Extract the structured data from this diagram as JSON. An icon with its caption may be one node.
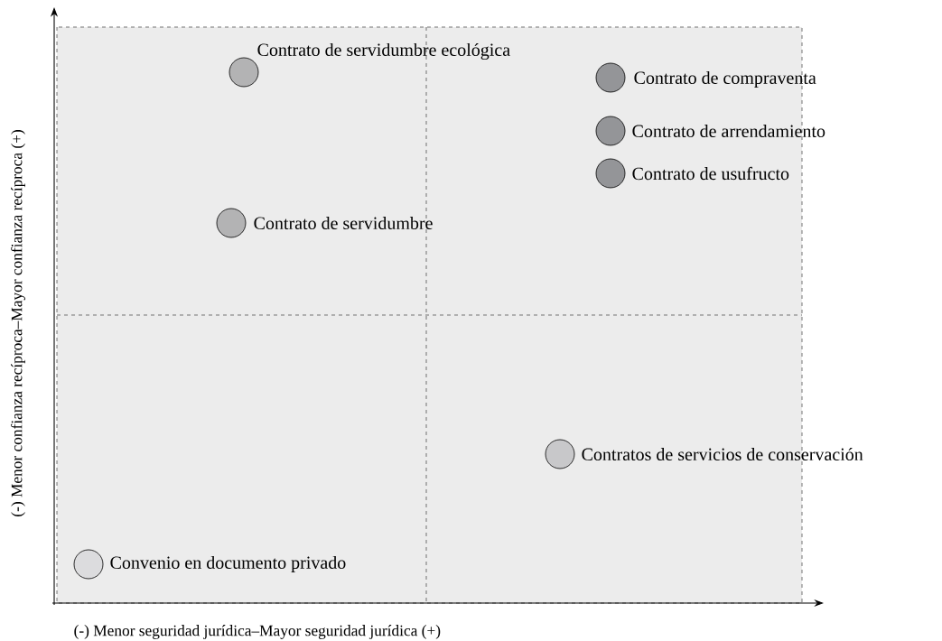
{
  "diagram": {
    "nodes": [
      {
        "text": [],
        "shape": "circle",
        "beside": [
          "Contrato de servidumbre ecológica"
        ]
      },
      {
        "text": [],
        "shape": "circle",
        "beside": [
          "Contrato de compraventa"
        ]
      },
      {
        "text": [],
        "shape": "circle",
        "beside": [
          "Contrato de arrendamiento"
        ]
      },
      {
        "text": [],
        "shape": "circle",
        "beside": [
          "Contrato de usufructo"
        ]
      },
      {
        "text": [],
        "shape": "circle",
        "beside": [
          "Contrato de servidumbre"
        ]
      },
      {
        "text": [],
        "shape": "circle",
        "beside": [
          "Contratos de servicios de conservación"
        ]
      },
      {
        "text": [],
        "shape": "circle",
        "beside": [
          "Convenio en documento privado"
        ]
      }
    ],
    "edges": [],
    "labels": [
      "(-) Menor confianza recíproca–Mayor confianza recíproca (+)",
      "(-) Menor seguridad jurídica–Mayor seguridad jurídica (+)"
    ]
  }
}
